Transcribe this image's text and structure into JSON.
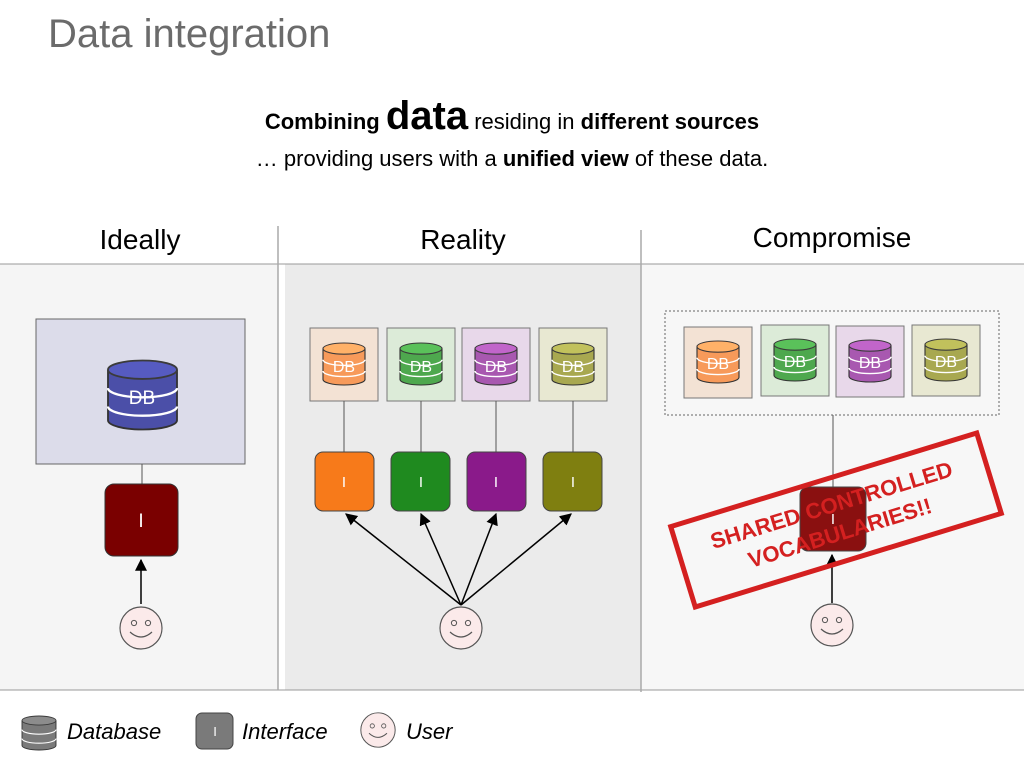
{
  "slide": {
    "title": "Data integration",
    "subtitle_line1": {
      "part1": "Combining",
      "part2": "data",
      "part3": "residing in",
      "part4": "different sources"
    },
    "subtitle_line2": {
      "part1": "… providing users with a",
      "part2": "unified view",
      "part3": "of these data."
    }
  },
  "columns": {
    "ideally": {
      "heading": "Ideally"
    },
    "reality": {
      "heading": "Reality"
    },
    "compromise": {
      "heading": "Compromise"
    }
  },
  "labels": {
    "db": "DB",
    "interface": "I"
  },
  "stamp": {
    "line1": "SHARED CONTROLLED",
    "line2": "VOCABULARIES!!",
    "color": "#d42020"
  },
  "legend": {
    "database": "Database",
    "interface": "Interface",
    "interface_icon": "I",
    "user": "User"
  },
  "colors": {
    "db_ideal": "#4b4fa8",
    "interface_ideal": "#7a0000",
    "orange": "#f77a1a",
    "green": "#1f8a1f",
    "purple": "#8a1a8a",
    "olive": "#7f7f10"
  }
}
